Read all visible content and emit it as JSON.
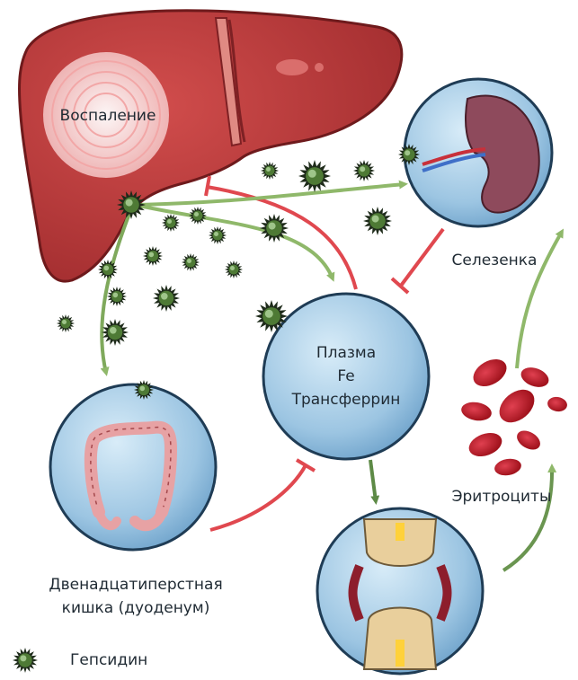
{
  "labels": {
    "inflammation": "Воспаление",
    "plasma": [
      "Плазма",
      "Fe",
      "Трансферрин"
    ],
    "spleen": "Селезенка",
    "erythrocytes": "Эритроциты",
    "duodenum": [
      "Двенадцатиперстная",
      "кишка (дуоденум)"
    ],
    "legend_hepcidin": "Гепсидин"
  },
  "colors": {
    "liver": "#b8383a",
    "liver_dark": "#8f2426",
    "organ_bubble": "#a9cde6",
    "organ_bubble_edge": "#1f3c55",
    "hepcidin": "#4e7a35",
    "inhibit_arrow": "#e0484f",
    "activate_arrow": "#8fb86a",
    "erythrocyte": "#c41e2a"
  },
  "icons": [
    "hepcidin-icon",
    "erythrocyte-icon",
    "liver-icon",
    "spleen-icon",
    "colon-icon",
    "joint-bone-icon"
  ]
}
